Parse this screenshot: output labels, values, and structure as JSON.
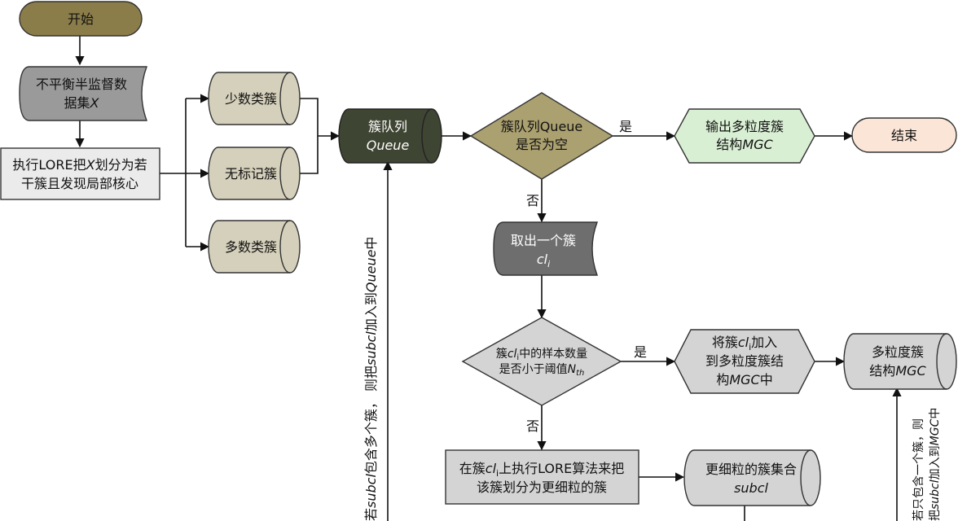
{
  "nodes": {
    "start": "开始",
    "dataset_l1": "不平衡半监督数",
    "dataset_l2": "据集",
    "dataset_var": "X",
    "lore_l1_a": "执行LORE把",
    "lore_l1_var": "X",
    "lore_l1_b": "划分为若",
    "lore_l2": "干簇且发现局部核心",
    "minority": "少数类簇",
    "unlabeled": "无标记簇",
    "majority": "多数类簇",
    "queue_l1": "簇队列",
    "queue_l2": "Queue",
    "empty_l1": "簇队列Queue",
    "empty_l2": "是否为空",
    "output_l1": "输出多粒度簇",
    "output_l2_a": "结构",
    "output_l2_var": "MGC",
    "end": "结束",
    "take_l1": "取出一个簇",
    "take_l2": "cl",
    "take_l2_sub": "i",
    "thr_l1_a": "簇",
    "thr_l1_var": "cl",
    "thr_l1_sub": "i",
    "thr_l1_b": "中的样本数量",
    "thr_l2_a": "是否小于阈值",
    "thr_l2_var": "N",
    "thr_l2_sub": "th",
    "add_l1_a": "将簇",
    "add_l1_var": "cl",
    "add_l1_sub": "i",
    "add_l1_b": "加入",
    "add_l2": "到多粒度簇结",
    "add_l3_a": "构",
    "add_l3_var": "MGC",
    "add_l3_b": "中",
    "mgc_l1": "多粒度簇",
    "mgc_l2_a": "结构",
    "mgc_l2_var": "MGC",
    "split_l1_a": "在簇",
    "split_l1_var": "cl",
    "split_l1_sub": "i",
    "split_l1_b": "上执行LORE算法来把",
    "split_l2": "该簇划分为更细粒的簇",
    "finer_l1": "更细粒的簇集合",
    "finer_l2": "subcl"
  },
  "edge_labels": {
    "yes_1": "是",
    "no_1": "否",
    "yes_2": "是",
    "no_2": "否",
    "vertical_left_a": "若",
    "vertical_left_var1": "subcl",
    "vertical_left_b": "包含多个簇，  则把",
    "vertical_left_var2": "subcl",
    "vertical_left_c": "加入到",
    "vertical_left_var3": "Queue",
    "vertical_left_d": "中",
    "vertical_right_col1": "若只包含一个簇，则",
    "vertical_right_col2_a": "把",
    "vertical_right_col2_var1": "subcl",
    "vertical_right_col2_b": "加入到",
    "vertical_right_col2_var2": "MGC",
    "vertical_right_col2_c": "中"
  },
  "colors": {
    "start_fill": "#8B7D4A",
    "dataset_fill": "#9A9A9A",
    "class_fill": "#D5D0BB",
    "queue_fill": "#3F4533",
    "empty_fill": "#ABA070",
    "output_fill": "#D9EFD4",
    "end_fill": "#FBE5D6",
    "take_fill": "#6E6E6E",
    "gray_fill": "#D4D4D4",
    "lore_fill": "#EBEBEB"
  }
}
